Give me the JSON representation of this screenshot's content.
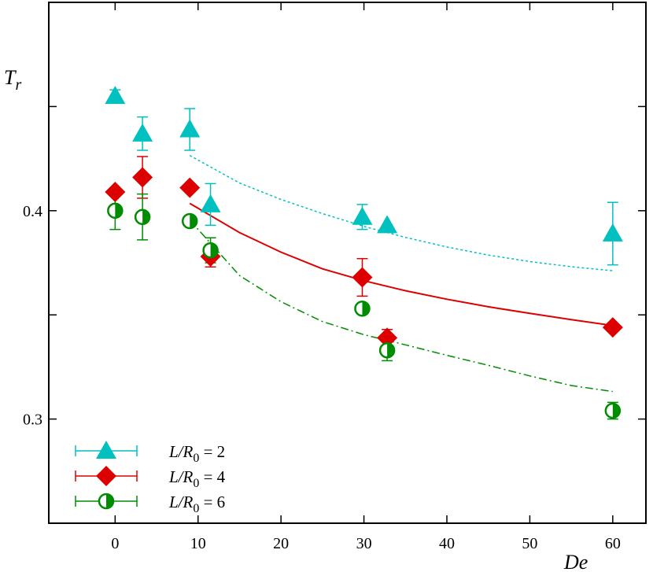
{
  "chart_data": {
    "type": "scatter",
    "title": "",
    "xlabel": "De",
    "ylabel": "T_r",
    "xlim": [
      -8,
      64
    ],
    "ylim": [
      0.25,
      0.5
    ],
    "x_ticks": [
      0,
      10,
      20,
      30,
      40,
      50,
      60
    ],
    "y_ticks": [
      0.3,
      0.35,
      0.4,
      0.45
    ],
    "y_tick_labels": [
      "0.3",
      "",
      "0.4",
      ""
    ],
    "grid": false,
    "legend_position": "bottom-left",
    "series": [
      {
        "name": "L/R0 = 2",
        "label_parts": {
          "italic": "L/R",
          "sub": "0",
          "rest": " = 2"
        },
        "color": "#00c0c0",
        "marker": "triangle",
        "points": [
          {
            "x": 0,
            "y": 0.455,
            "err": 0.003
          },
          {
            "x": 3.3,
            "y": 0.437,
            "err": 0.008
          },
          {
            "x": 9,
            "y": 0.439,
            "err": 0.01
          },
          {
            "x": 11.5,
            "y": 0.403,
            "err": 0.01
          },
          {
            "x": 29.8,
            "y": 0.397,
            "err": 0.006
          },
          {
            "x": 32.8,
            "y": 0.393,
            "err": 0.0
          },
          {
            "x": 60,
            "y": 0.389,
            "err": 0.015
          }
        ],
        "fit": {
          "style": "dotted",
          "x": [
            9,
            15,
            20,
            25,
            30,
            35,
            40,
            45,
            50,
            55,
            60
          ],
          "y": [
            0.4265,
            0.4133,
            0.4054,
            0.3986,
            0.3925,
            0.3872,
            0.3826,
            0.3787,
            0.3756,
            0.3731,
            0.3712
          ]
        }
      },
      {
        "name": "L/R0 = 4",
        "label_parts": {
          "italic": "L/R",
          "sub": "0",
          "rest": " = 4"
        },
        "color": "#dd0000",
        "marker": "diamond",
        "points": [
          {
            "x": 0,
            "y": 0.409,
            "err": 0.0
          },
          {
            "x": 3.3,
            "y": 0.416,
            "err": 0.01
          },
          {
            "x": 9,
            "y": 0.411,
            "err": 0.0
          },
          {
            "x": 11.5,
            "y": 0.378,
            "err": 0.005
          },
          {
            "x": 29.8,
            "y": 0.368,
            "err": 0.009
          },
          {
            "x": 32.8,
            "y": 0.339,
            "err": 0.004
          },
          {
            "x": 60,
            "y": 0.344,
            "err": 0.0
          }
        ],
        "fit": {
          "style": "solid",
          "x": [
            9,
            15,
            20,
            25,
            30,
            35,
            40,
            45,
            50,
            55,
            60
          ],
          "y": [
            0.4035,
            0.3895,
            0.3801,
            0.3721,
            0.3664,
            0.3616,
            0.3575,
            0.3539,
            0.3507,
            0.3477,
            0.3449
          ]
        }
      },
      {
        "name": "L/R0 = 6",
        "label_parts": {
          "italic": "L/R",
          "sub": "0",
          "rest": " = 6"
        },
        "color": "#008c00",
        "marker": "half-circle",
        "points": [
          {
            "x": 0,
            "y": 0.4,
            "err": 0.009
          },
          {
            "x": 3.3,
            "y": 0.397,
            "err": 0.011
          },
          {
            "x": 9,
            "y": 0.395,
            "err": 0.0
          },
          {
            "x": 11.5,
            "y": 0.381,
            "err": 0.006
          },
          {
            "x": 29.8,
            "y": 0.353,
            "err": 0.0
          },
          {
            "x": 32.8,
            "y": 0.333,
            "err": 0.005
          },
          {
            "x": 60,
            "y": 0.304,
            "err": 0.004
          }
        ],
        "fit": {
          "style": "dash-dot",
          "x": [
            9,
            15,
            20,
            25,
            30,
            35,
            40,
            45,
            50,
            55,
            60
          ],
          "y": [
            0.3955,
            0.3689,
            0.3563,
            0.3468,
            0.3405,
            0.3356,
            0.3306,
            0.3258,
            0.3207,
            0.3161,
            0.3132
          ]
        }
      }
    ]
  }
}
